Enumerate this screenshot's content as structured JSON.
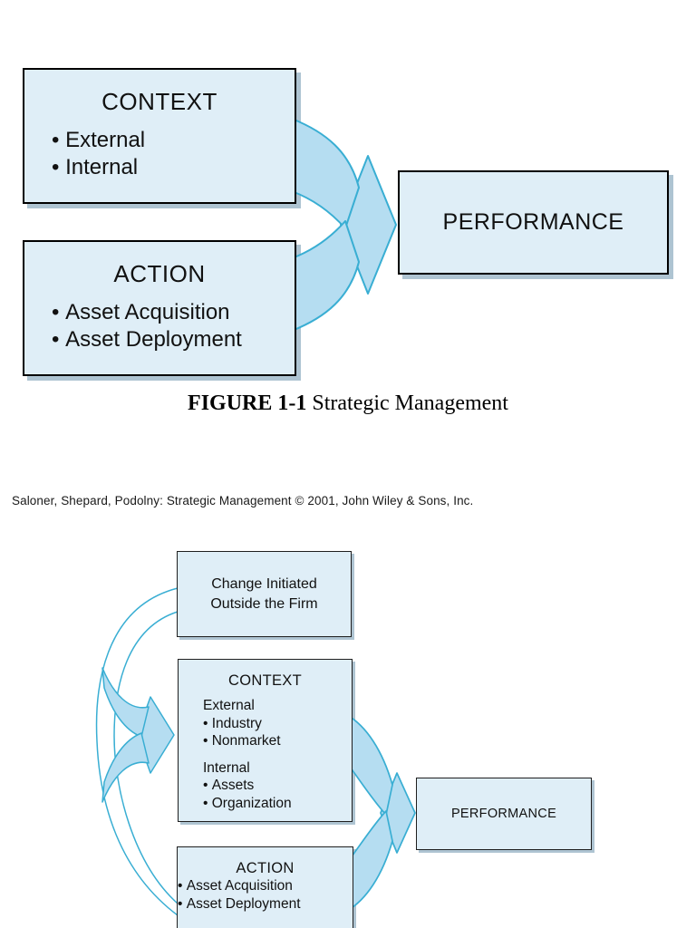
{
  "colors": {
    "box_fill": "#dfeef7",
    "box_border": "#000000",
    "arrow_fill": "#b5ddf1",
    "arrow_stroke": "#39aed3",
    "shadow": "#aec4d2",
    "page_bg": "#ffffff"
  },
  "figure1": {
    "context_box": {
      "title": "CONTEXT",
      "bullets": [
        "External",
        "Internal"
      ]
    },
    "action_box": {
      "title": "ACTION",
      "bullets": [
        "Asset Acquisition",
        "Asset Deployment"
      ]
    },
    "performance_box": {
      "label": "PERFORMANCE"
    },
    "caption": {
      "label": "FIGURE 1-1",
      "text": "Strategic Management"
    }
  },
  "attribution": "Saloner, Shepard, Podolny: Strategic Management © 2001, John Wiley & Sons, Inc.",
  "figure2": {
    "change_box": {
      "line1": "Change Initiated",
      "line2": "Outside the Firm"
    },
    "context_box": {
      "title": "CONTEXT",
      "groups": [
        {
          "heading": "External",
          "bullets": [
            "Industry",
            "Nonmarket"
          ]
        },
        {
          "heading": "Internal",
          "bullets": [
            "Assets",
            "Organization"
          ]
        }
      ]
    },
    "action_box": {
      "title": "ACTION",
      "bullets": [
        "Asset Acquisition",
        "Asset Deployment"
      ]
    },
    "performance_box": {
      "label": "PERFORMANCE"
    }
  }
}
